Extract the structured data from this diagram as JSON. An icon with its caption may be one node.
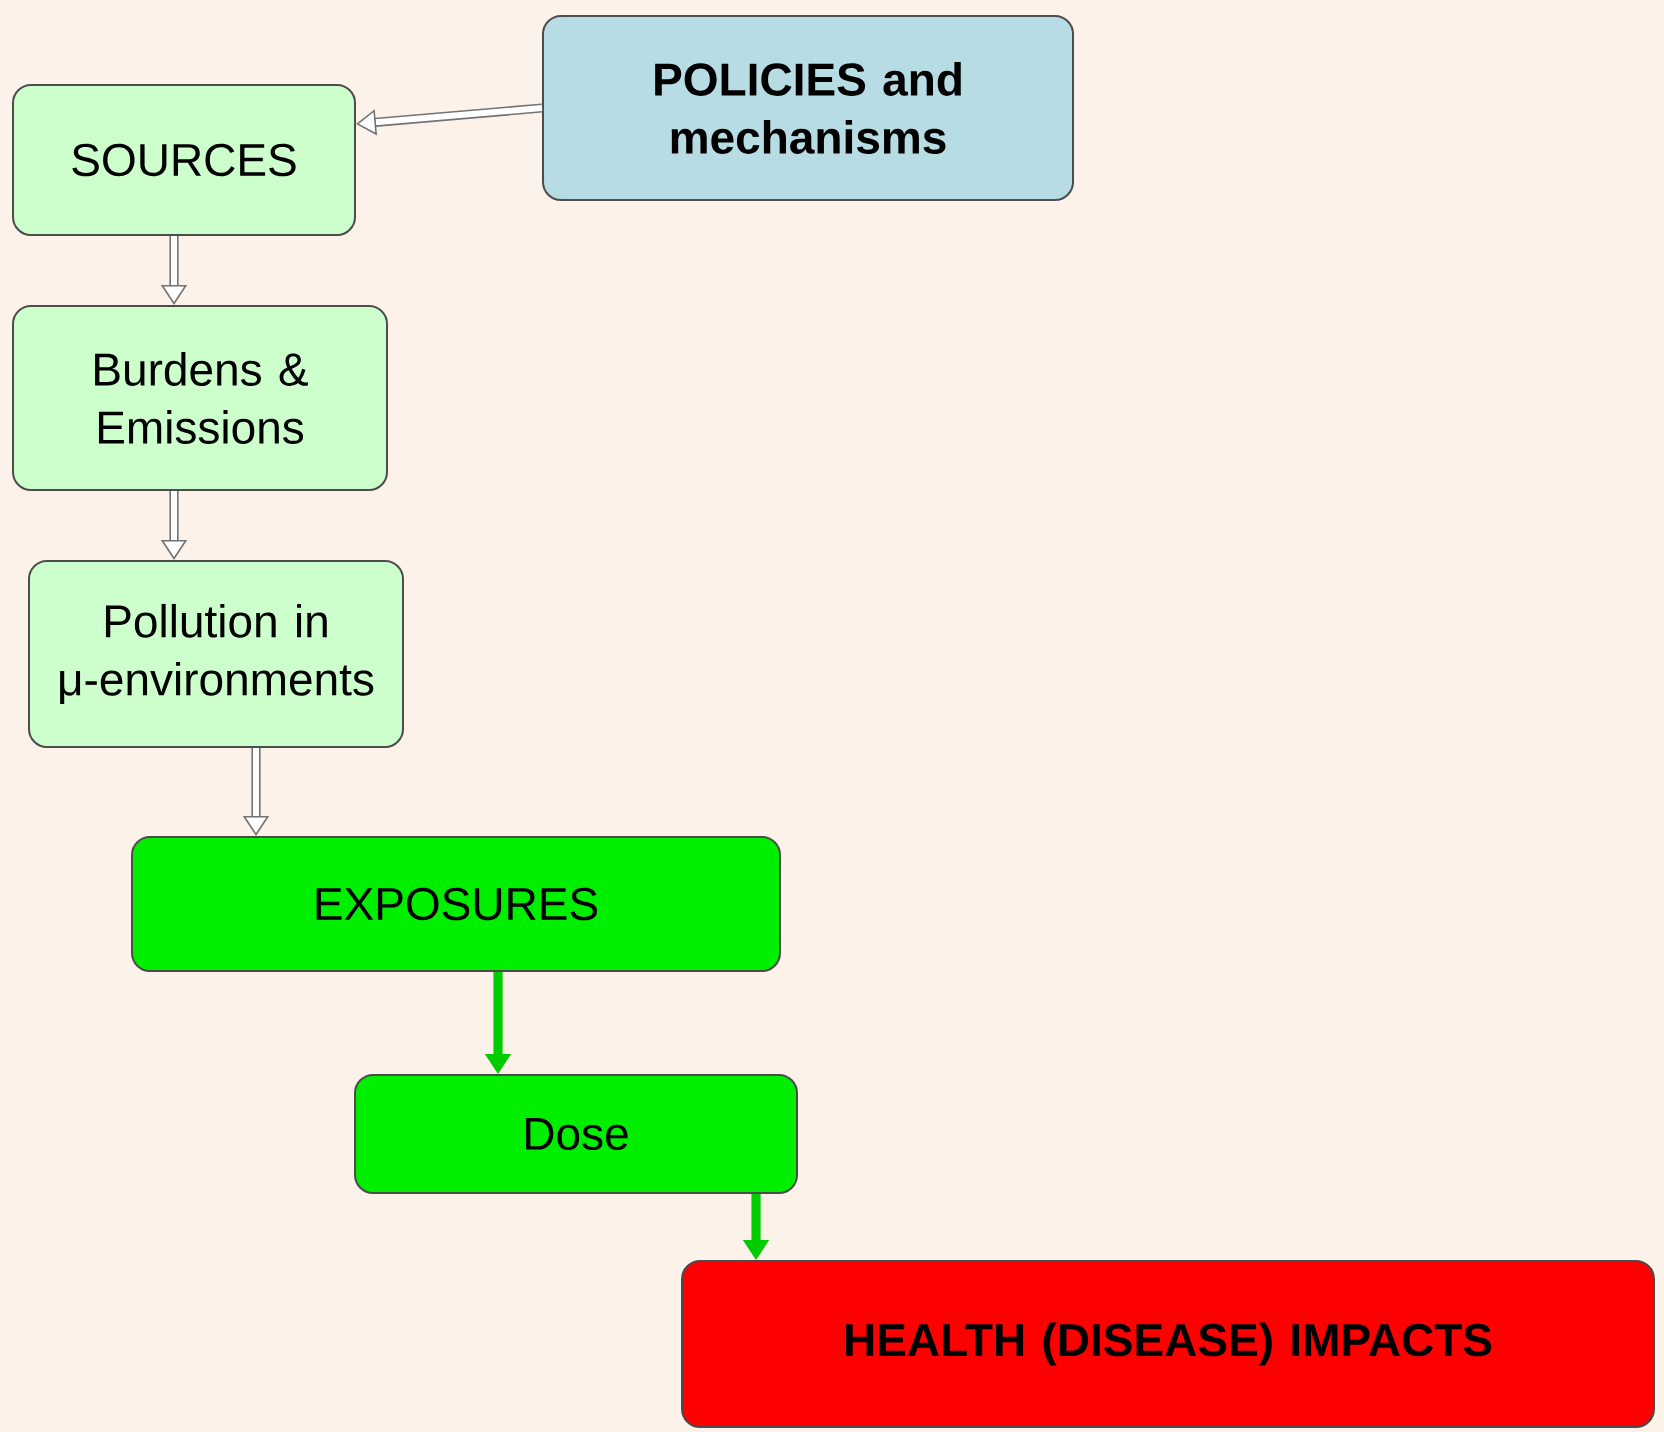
{
  "diagram": {
    "nodes": [
      {
        "text": [
          "POLICIES and mechanisms"
        ]
      },
      {
        "text": [
          "SOURCES"
        ]
      },
      {
        "text": [
          "Burdens & Emissions"
        ]
      },
      {
        "text": [
          "Pollution in μ-environments"
        ]
      },
      {
        "text": [
          "EXPOSURES"
        ]
      },
      {
        "text": [
          "Dose"
        ]
      },
      {
        "text": [
          "HEALTH (DISEASE) IMPACTS"
        ]
      }
    ],
    "edges": [
      {
        "from": 0,
        "to": 1,
        "arrow": "to"
      },
      {
        "from": 1,
        "to": 2,
        "arrow": "to"
      },
      {
        "from": 2,
        "to": 3,
        "arrow": "to"
      },
      {
        "from": 3,
        "to": 4,
        "arrow": "to"
      },
      {
        "from": 4,
        "to": 5,
        "arrow": "to",
        "color": "#00cc00"
      },
      {
        "from": 5,
        "to": 6,
        "arrow": "to",
        "color": "#00cc00"
      }
    ]
  }
}
